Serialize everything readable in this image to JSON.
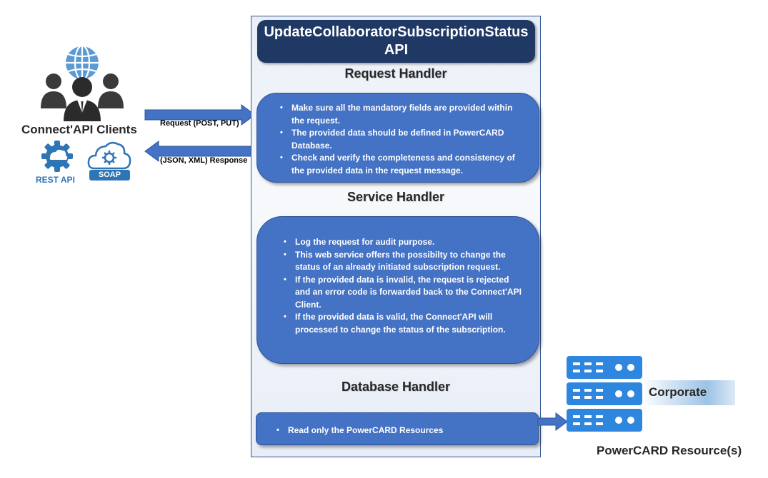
{
  "api_title": "UpdateCollaboratorSubscriptionStatus API",
  "clients": {
    "label": "Connect'API Clients",
    "rest_label": "REST API",
    "soap_label": "SOAP"
  },
  "arrows": {
    "request_label": "Request (POST, PUT)",
    "response_label": "(JSON, XML) Response"
  },
  "request_handler": {
    "title": "Request Handler",
    "items": [
      "Make sure all the mandatory fields are provided within the request.",
      "The provided data should be defined in PowerCARD Database.",
      "Check and verify the completeness and consistency of the provided data in the request message."
    ]
  },
  "service_handler": {
    "title": "Service Handler",
    "items": [
      "Log the request for audit purpose.",
      "This web service offers the possibilty to change the status of an already initiated subscription request.",
      "If the provided data is invalid, the request is rejected and an error code is forwarded back to the Connect'API Client.",
      "If the provided data is valid, the Connect'API will processed to change the status of the subscription."
    ]
  },
  "database_handler": {
    "title": "Database Handler",
    "items": [
      "Read only the PowerCARD Resources"
    ]
  },
  "resources": {
    "corporate_label": "Corporate",
    "title": "PowerCARD Resource(s)"
  },
  "colors": {
    "dark_navy": "#1f3864",
    "box_blue": "#4472c4",
    "server_blue": "#2e86de"
  }
}
